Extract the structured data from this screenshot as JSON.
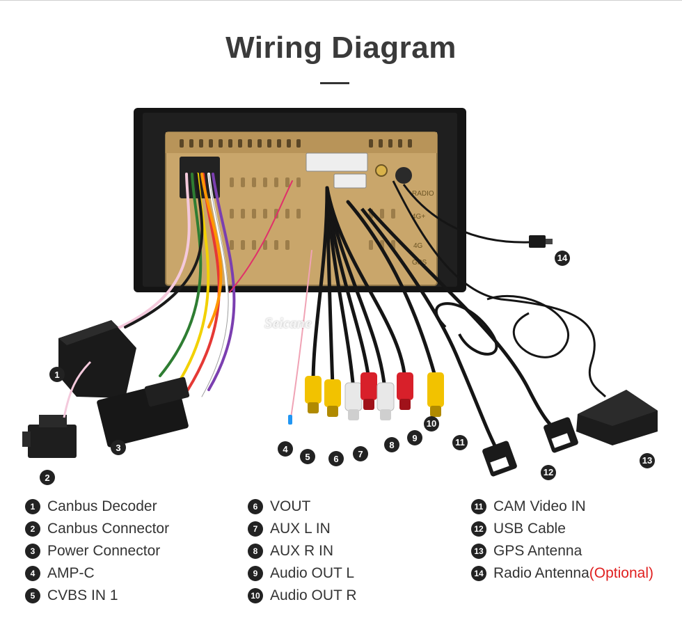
{
  "header": {
    "title": "Wiring Diagram"
  },
  "watermark": "Seicane",
  "unit_labels": {
    "radio": "RADIO",
    "g4": "4G+",
    "g4b": "4G",
    "gps": "GPS"
  },
  "callouts": [
    {
      "num": "1"
    },
    {
      "num": "2"
    },
    {
      "num": "3"
    },
    {
      "num": "4"
    },
    {
      "num": "5"
    },
    {
      "num": "6"
    },
    {
      "num": "7"
    },
    {
      "num": "8"
    },
    {
      "num": "9"
    },
    {
      "num": "10"
    },
    {
      "num": "11"
    },
    {
      "num": "12"
    },
    {
      "num": "13"
    },
    {
      "num": "14"
    }
  ],
  "legend": {
    "col1": [
      {
        "num": "1",
        "label": "Canbus Decoder"
      },
      {
        "num": "2",
        "label": "Canbus Connector"
      },
      {
        "num": "3",
        "label": "Power Connector"
      },
      {
        "num": "4",
        "label": "AMP-C"
      },
      {
        "num": "5",
        "label": "CVBS IN 1"
      }
    ],
    "col2": [
      {
        "num": "6",
        "label": "VOUT"
      },
      {
        "num": "7",
        "label": "AUX L IN"
      },
      {
        "num": "8",
        "label": "AUX R IN"
      },
      {
        "num": "9",
        "label": "Audio OUT L"
      },
      {
        "num": "10",
        "label": "Audio OUT R"
      }
    ],
    "col3": [
      {
        "num": "11",
        "label": "CAM Video IN"
      },
      {
        "num": "12",
        "label": "USB Cable"
      },
      {
        "num": "13",
        "label": "GPS Antenna"
      },
      {
        "num": "14",
        "label": "Radio Antenna",
        "note": "(Optional)"
      }
    ]
  },
  "colors": {
    "accent_optional": "#e02020",
    "badge": "#222222",
    "plug_yellow": "#f2c200",
    "plug_white": "#e8e8e8",
    "plug_red": "#d8202a",
    "housing_gold": "#c9a66b"
  }
}
